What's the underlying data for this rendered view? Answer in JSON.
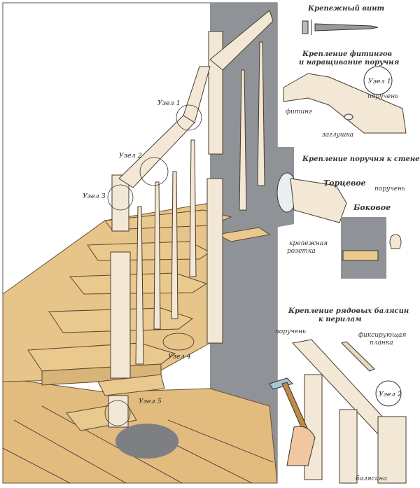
{
  "main_scene": {
    "nodes": [
      "Узел 1",
      "Узел 2",
      "Узел 3",
      "Узел 4",
      "Узел 5"
    ]
  },
  "screw_panel": {
    "title": "Крепежный винт"
  },
  "fittings_panel": {
    "title_line1": "Крепление фитингов",
    "title_line2": "и наращивание поручня",
    "node": "Узел 1",
    "labels": {
      "handrail": "поручень",
      "fitting": "фитинг",
      "plug": "заглушка"
    }
  },
  "wall_panel": {
    "title": "Крепление поручня к стене",
    "end_mount": "Торцевое",
    "side_mount": "Боковое",
    "labels": {
      "handrail": "поручень",
      "rosette_line1": "крепежная",
      "rosette_line2": "розетка"
    }
  },
  "baluster_panel": {
    "title_line1": "Крепление рядовых балясин",
    "title_line2": "к перилам",
    "node": "Узел 2",
    "labels": {
      "handrail": "поручень",
      "strip_line1": "фиксирующая",
      "strip_line2": "планка",
      "baluster": "балясина"
    }
  },
  "colors": {
    "wood": "#e9c98e",
    "wall": "#8f9296",
    "pale_wood": "#f3e8d6"
  }
}
